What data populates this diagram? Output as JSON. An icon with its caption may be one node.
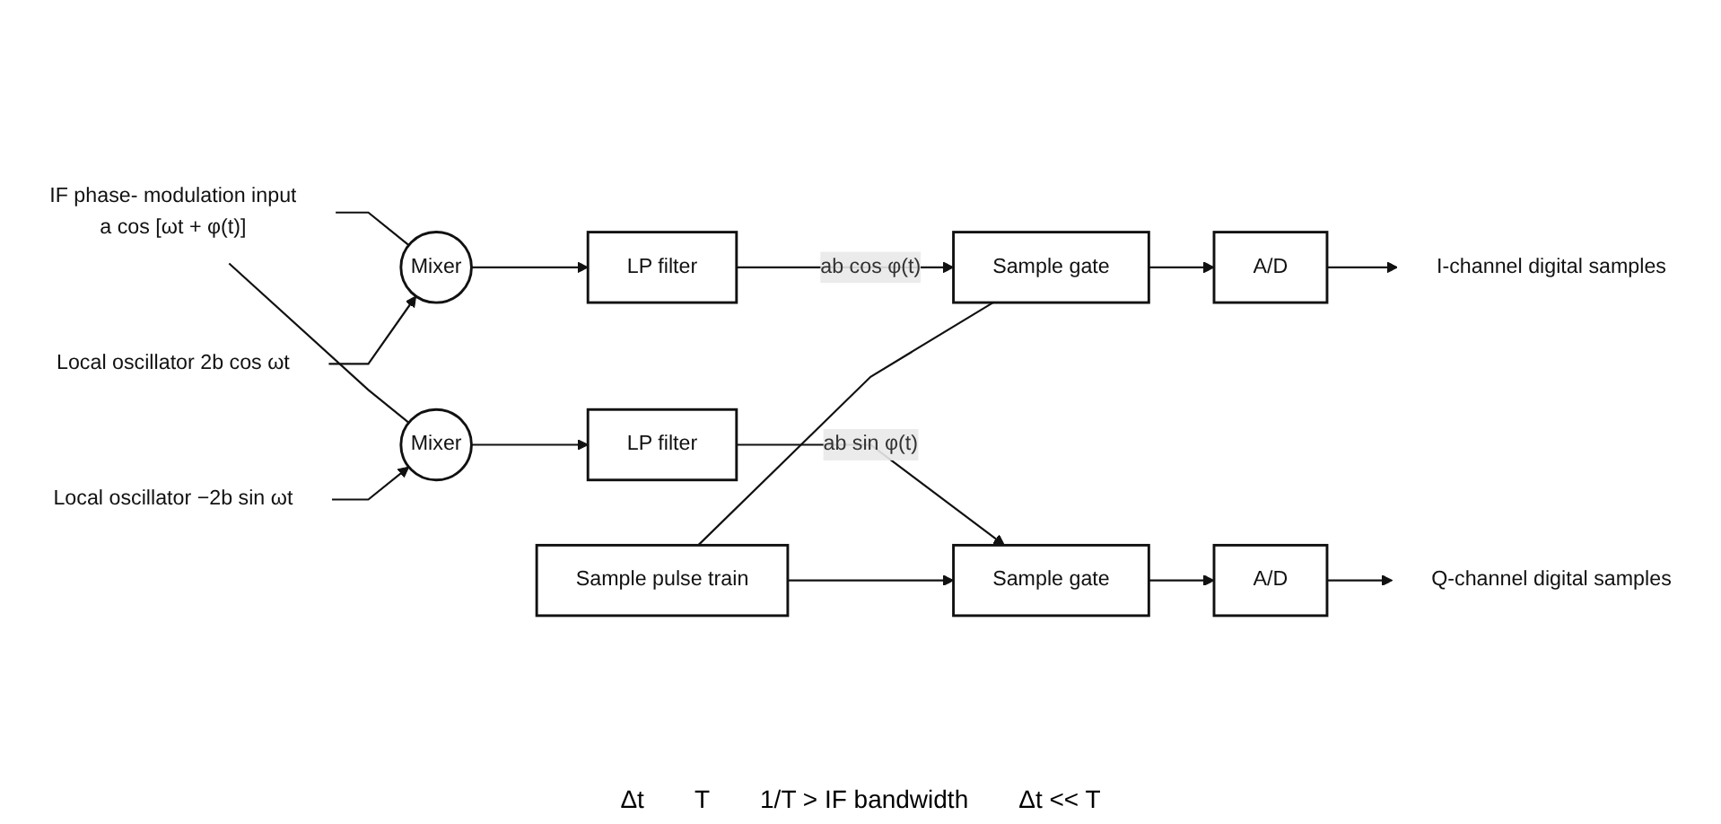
{
  "diagram": {
    "nodes": [
      {
        "text": [
          "IF phase- modulation input"
        ],
        "beside": [
          "a cos [ωt + φ(t)]"
        ]
      },
      {
        "text": [
          "Mixer"
        ]
      },
      {
        "text": [
          "LP filter"
        ]
      },
      {
        "text": [
          "Sample gate"
        ]
      },
      {
        "text": [
          "A/D"
        ]
      },
      {
        "text": [
          "I-channel digital samples"
        ]
      },
      {
        "text": [
          "Mixer"
        ]
      },
      {
        "text": [
          "LP filter"
        ]
      },
      {
        "text": [
          "Sample gate"
        ]
      },
      {
        "text": [
          "A/D"
        ]
      },
      {
        "text": [
          "Q-channel digital samples"
        ]
      },
      {
        "text": [
          "Local oscillator 2b cos ωt"
        ]
      },
      {
        "text": [
          "Local oscillator −2b sin ωt"
        ]
      },
      {
        "text": [
          "Sample pulse train"
        ]
      }
    ],
    "edges": [
      {
        "from": 0,
        "to": 1,
        "arrow": "none"
      },
      {
        "from": 0,
        "to": 6,
        "arrow": "none"
      },
      {
        "from": 1,
        "to": 2,
        "arrow": "to"
      },
      {
        "from": 2,
        "to": 3,
        "arrow": "to",
        "label": "ab cos φ(t)"
      },
      {
        "from": 3,
        "to": 4,
        "arrow": "to"
      },
      {
        "from": 4,
        "to": 5,
        "arrow": "to"
      },
      {
        "from": 6,
        "to": 7,
        "arrow": "to"
      },
      {
        "from": 7,
        "to": 8,
        "arrow": "to",
        "label": "ab sin φ(t)"
      },
      {
        "from": 8,
        "to": 9,
        "arrow": "to"
      },
      {
        "from": 9,
        "to": 10,
        "arrow": "to"
      },
      {
        "from": 11,
        "to": 1,
        "arrow": "to"
      },
      {
        "from": 12,
        "to": 6,
        "arrow": "to"
      },
      {
        "from": 13,
        "to": 3,
        "arrow": "none"
      },
      {
        "from": 13,
        "to": 8,
        "arrow": "to"
      }
    ],
    "labels": [
      "Δt",
      "T",
      "1/T > IF bandwidth",
      "Δt << T"
    ]
  }
}
